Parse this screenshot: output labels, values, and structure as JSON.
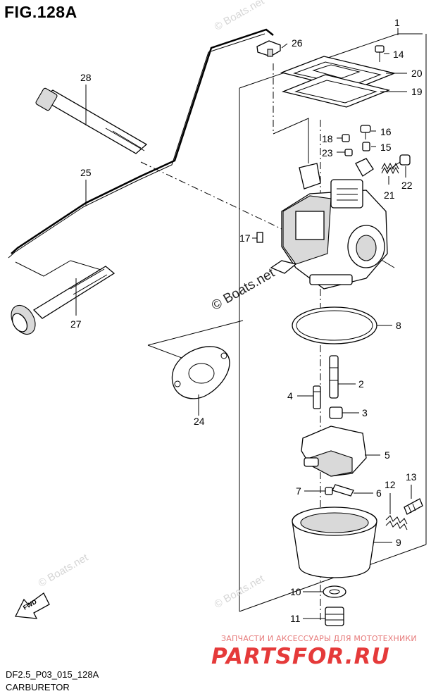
{
  "figure": {
    "title": "FIG.128A",
    "code": "DF2.5_P03_015_128A",
    "name": "CARBURETOR"
  },
  "watermarks": {
    "center": "© Boats.net",
    "faint": "© Boats.net",
    "shop_tagline": "ЗАПЧАСТИ И АКСЕССУАРЫ ДЛЯ МОТОТЕХНИКИ",
    "shop_brand": "PARTSFOR.RU",
    "fwd_label": "FWD"
  },
  "callouts": [
    "1",
    "2",
    "3",
    "4",
    "5",
    "6",
    "7",
    "8",
    "9",
    "10",
    "11",
    "12",
    "13",
    "14",
    "15",
    "16",
    "17",
    "18",
    "19",
    "20",
    "21",
    "22",
    "23",
    "24",
    "25",
    "26",
    "27",
    "28"
  ],
  "colors": {
    "ink": "#000000",
    "shade": "#d9d9d9",
    "brand_red": "#e53a3a"
  }
}
